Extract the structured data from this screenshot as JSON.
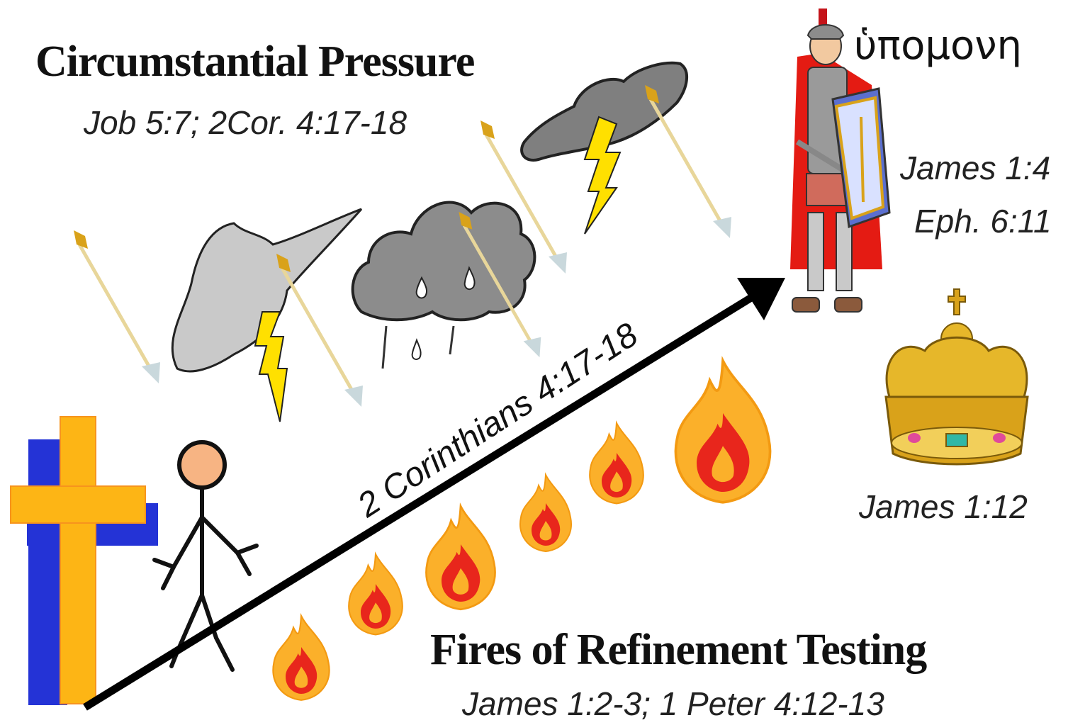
{
  "pressure": {
    "title": "Circumstantial Pressure",
    "ref": "Job 5:7; 2Cor. 4:17-18"
  },
  "path": {
    "label": "2 Corinthians 4:17-18"
  },
  "soldier": {
    "word": "ὑπομονη",
    "ref_1": "James 1:4",
    "ref_2": "Eph. 6:11"
  },
  "crown": {
    "ref": "James 1:12"
  },
  "fires": {
    "title": "Fires of Refinement Testing",
    "ref": "James 1:2-3; 1 Peter 4:12-13"
  },
  "colors": {
    "cross_front": "#fdb515",
    "cross_shadow": "#2433d6",
    "cloud": "#9a9a9a",
    "lightning": "#ffe000",
    "flame_outer": "#fbb02a",
    "flame_inner": "#e8261c",
    "arrow_shaft": "#e8d69a",
    "arrow_head": "#c9d8dc",
    "soldier_cloak": "#e41b13",
    "shield": "#5b6fcf",
    "crown_gold": "#d9a21a"
  }
}
